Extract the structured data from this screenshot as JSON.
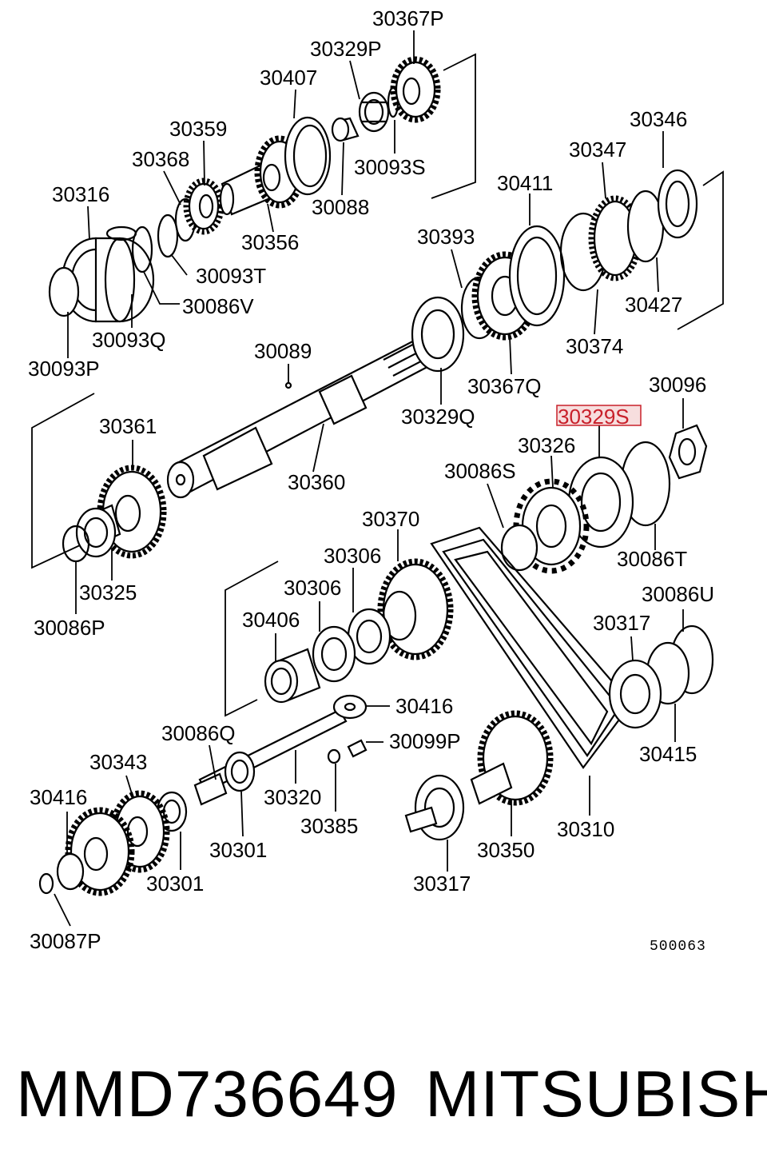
{
  "diagram": {
    "labels": [
      "30367P",
      "30329P",
      "30407",
      "30359",
      "30368",
      "30316",
      "30093S",
      "30088",
      "30356",
      "30093T",
      "30086V",
      "30093Q",
      "30093P",
      "30346",
      "30347",
      "30411",
      "30393",
      "30427",
      "30374",
      "30089",
      "30367Q",
      "30329Q",
      "30361",
      "30360",
      "30096",
      "30329S",
      "30326",
      "30086S",
      "30370",
      "30086T",
      "30306",
      "30306",
      "30406",
      "30325",
      "30086P",
      "30086U",
      "30317",
      "30416",
      "30099P",
      "30415",
      "30086Q",
      "30343",
      "30320",
      "30416",
      "30385",
      "30301",
      "30301",
      "30350",
      "30310",
      "30317",
      "30087P"
    ],
    "highlighted_label": "30329S",
    "highlight_color": "#c8202a",
    "drawing_code": "500063"
  },
  "footer": {
    "part_number": "MMD736649",
    "brand": "MITSUBISHI"
  }
}
